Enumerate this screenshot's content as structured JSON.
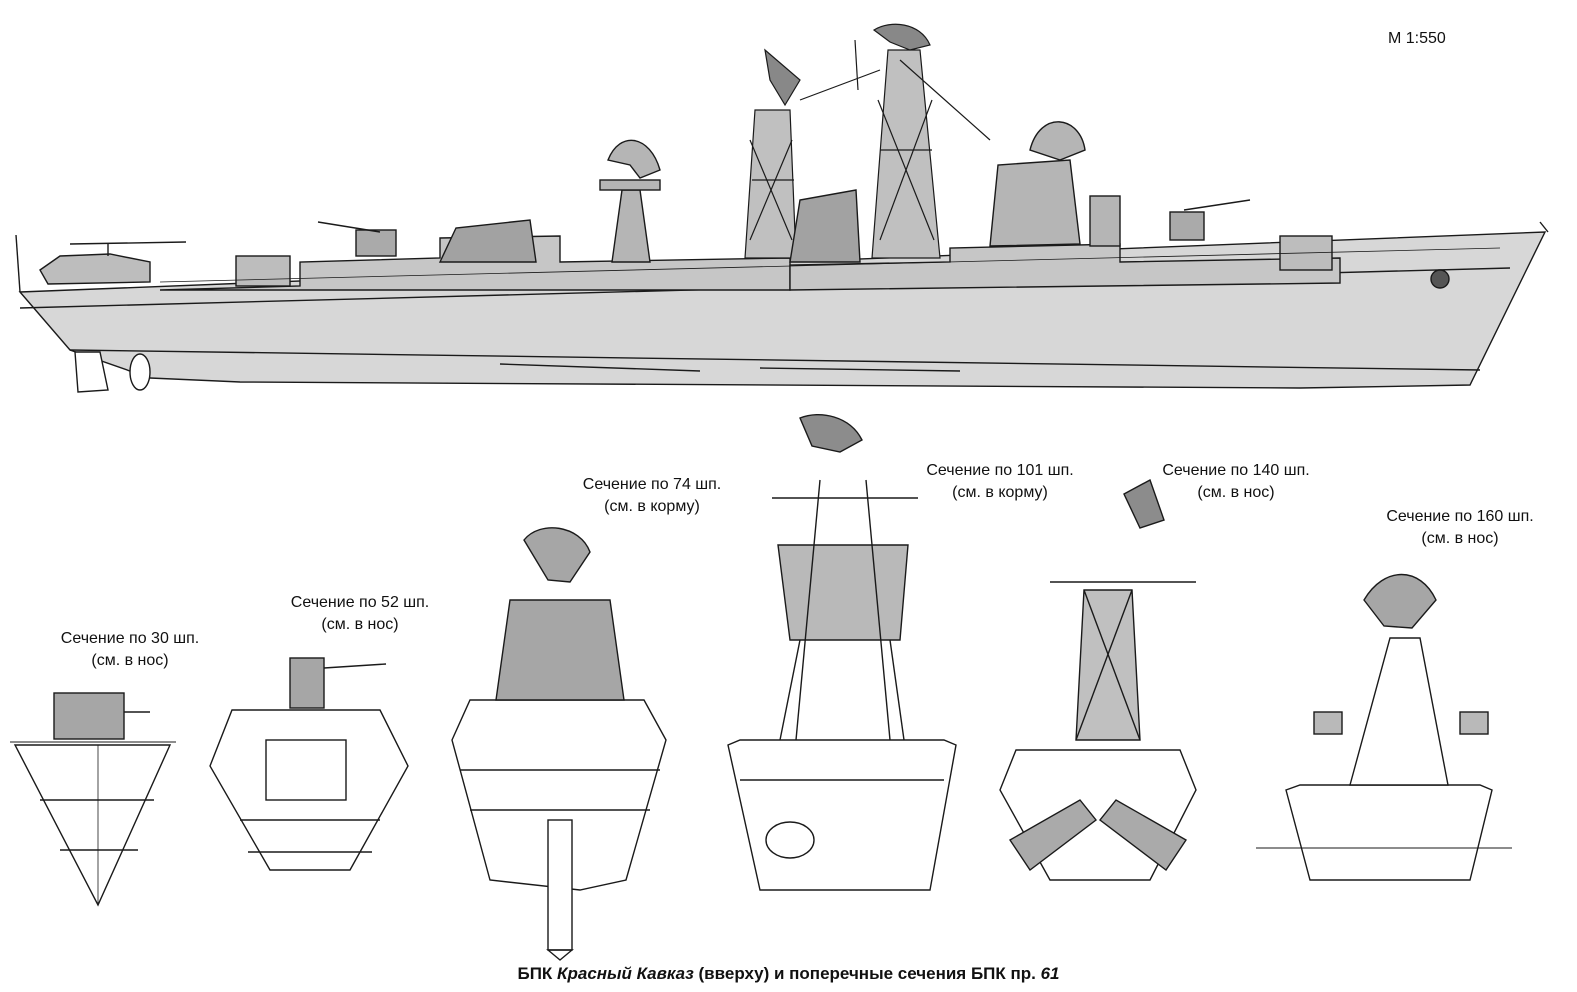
{
  "scale": "М 1:550",
  "sections": [
    {
      "line1": "Сечение по 30 шп.",
      "line2": "(см. в нос)"
    },
    {
      "line1": "Сечение по 52 шп.",
      "line2": "(см. в нос)"
    },
    {
      "line1": "Сечение по 74 шп.",
      "line2": "(см. в корму)"
    },
    {
      "line1": "Сечение по 101 шп.",
      "line2": "(см. в корму)"
    },
    {
      "line1": "Сечение по 140 шп.",
      "line2": "(см. в нос)"
    },
    {
      "line1": "Сечение по 160 шп.",
      "line2": "(см. в нос)"
    }
  ],
  "caption": {
    "part1": "БПК ",
    "ship": "Красный Кавказ",
    "part2": " (вверху) и поперечные сечения БПК пр. ",
    "project": "61"
  },
  "colors": {
    "hull": "#d4d4d4",
    "superstructure": "#a9a9a9",
    "line": "#1a1a1a"
  }
}
